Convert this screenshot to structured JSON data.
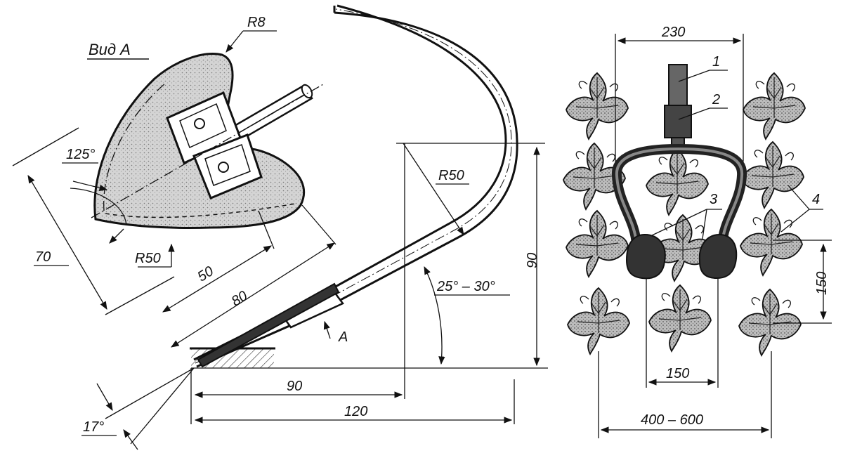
{
  "view_title": "Вид А",
  "plate": {
    "r_top": "R8",
    "angle": "125°",
    "r_inner": "R50",
    "dim_70": "70",
    "dim_50": "50",
    "dim_80": "80"
  },
  "tine": {
    "r_bend": "R50",
    "height": "90",
    "angle_range": "25° – 30°",
    "arrow_label": "A",
    "dim_90": "90",
    "dim_120": "120",
    "tip_angle": "17°"
  },
  "layout_view": {
    "width_top": "230",
    "callouts": [
      "1",
      "2",
      "3",
      "4"
    ],
    "row_spacing": "150",
    "inner_width": "150",
    "outer_width": "400 – 600"
  }
}
